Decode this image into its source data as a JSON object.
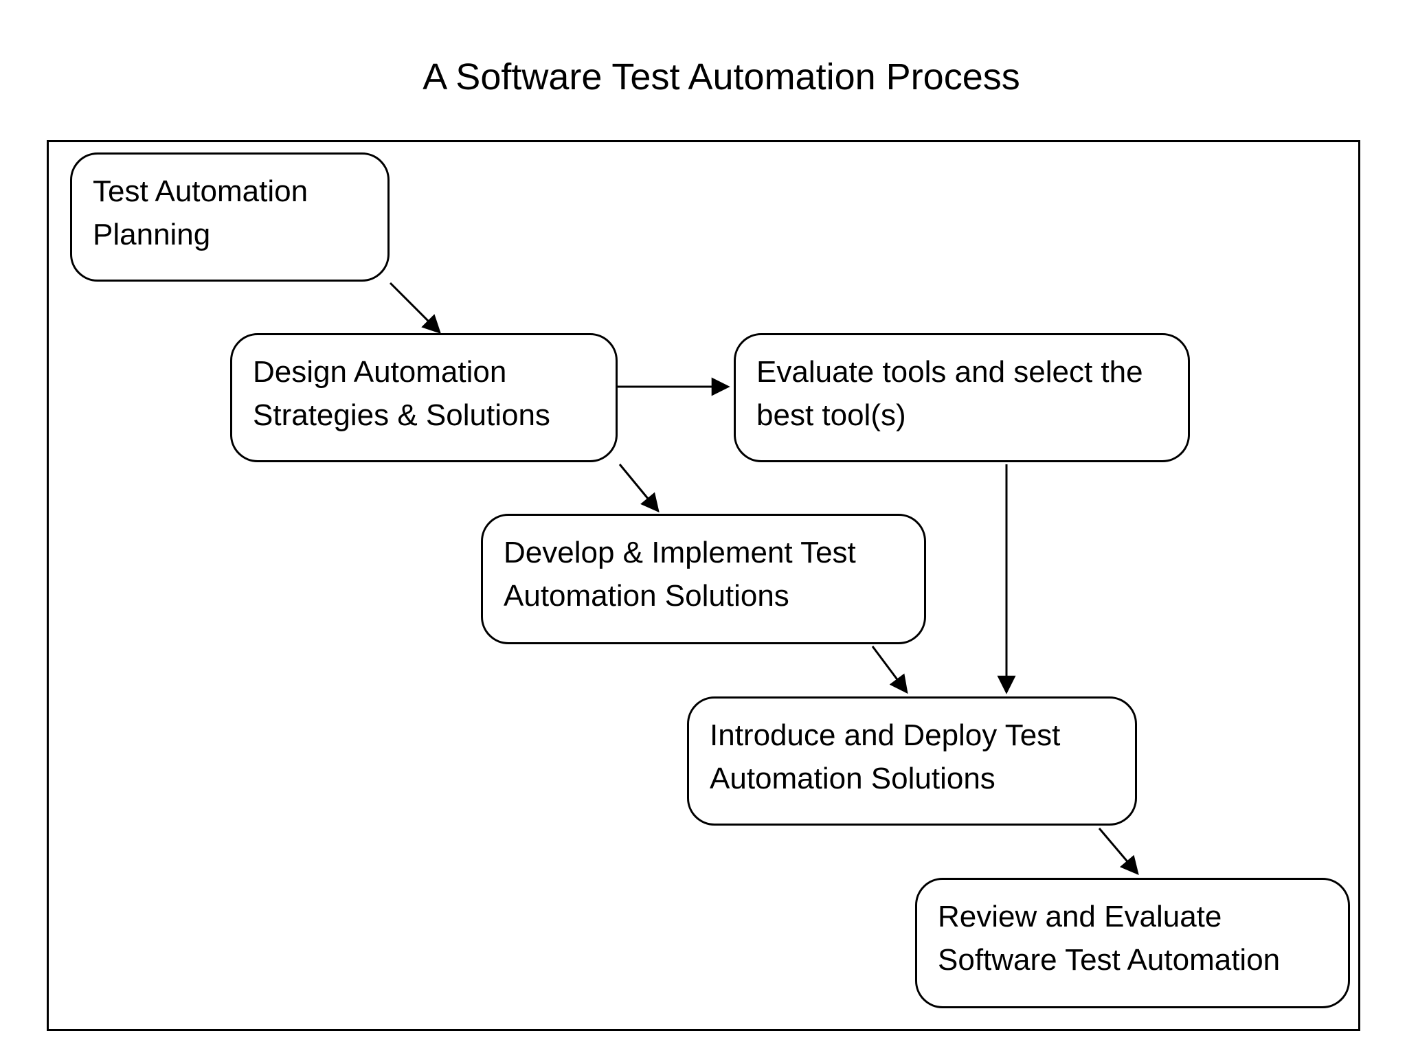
{
  "title": "A Software Test Automation Process",
  "nodes": [
    {
      "id": "test-automation-planning",
      "label": "Test Automation Planning"
    },
    {
      "id": "design-automation-strategies",
      "label": "Design Automation Strategies & Solutions"
    },
    {
      "id": "evaluate-tools",
      "label": "Evaluate tools and select the best tool(s)"
    },
    {
      "id": "develop-implement",
      "label": "Develop & Implement Test Automation Solutions"
    },
    {
      "id": "introduce-deploy",
      "label": "Introduce and Deploy Test Automation Solutions"
    },
    {
      "id": "review-evaluate",
      "label": "Review and Evaluate Software Test Automation"
    }
  ],
  "edges": [
    {
      "from": "test-automation-planning",
      "to": "design-automation-strategies"
    },
    {
      "from": "design-automation-strategies",
      "to": "evaluate-tools"
    },
    {
      "from": "design-automation-strategies",
      "to": "develop-implement"
    },
    {
      "from": "develop-implement",
      "to": "introduce-deploy"
    },
    {
      "from": "evaluate-tools",
      "to": "introduce-deploy"
    },
    {
      "from": "introduce-deploy",
      "to": "review-evaluate"
    }
  ],
  "colors": {
    "stroke": "#000000",
    "text": "#000000",
    "background": "#ffffff"
  }
}
